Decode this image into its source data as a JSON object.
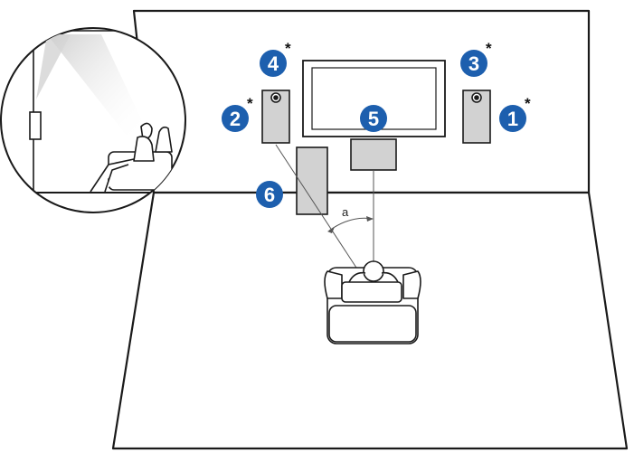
{
  "colors": {
    "badge": "#1d5fae",
    "speaker_fill": "#d2d2d2",
    "line": "#1a1a1a",
    "sweep_start": "#d9d9d9"
  },
  "speakers": [
    {
      "id": "1",
      "label": "1",
      "asterisk": "*"
    },
    {
      "id": "2",
      "label": "2",
      "asterisk": "*"
    },
    {
      "id": "3",
      "label": "3",
      "asterisk": "*"
    },
    {
      "id": "4",
      "label": "4",
      "asterisk": "*"
    },
    {
      "id": "5",
      "label": "5",
      "asterisk": ""
    },
    {
      "id": "6",
      "label": "6",
      "asterisk": ""
    }
  ],
  "angle_label": "a"
}
